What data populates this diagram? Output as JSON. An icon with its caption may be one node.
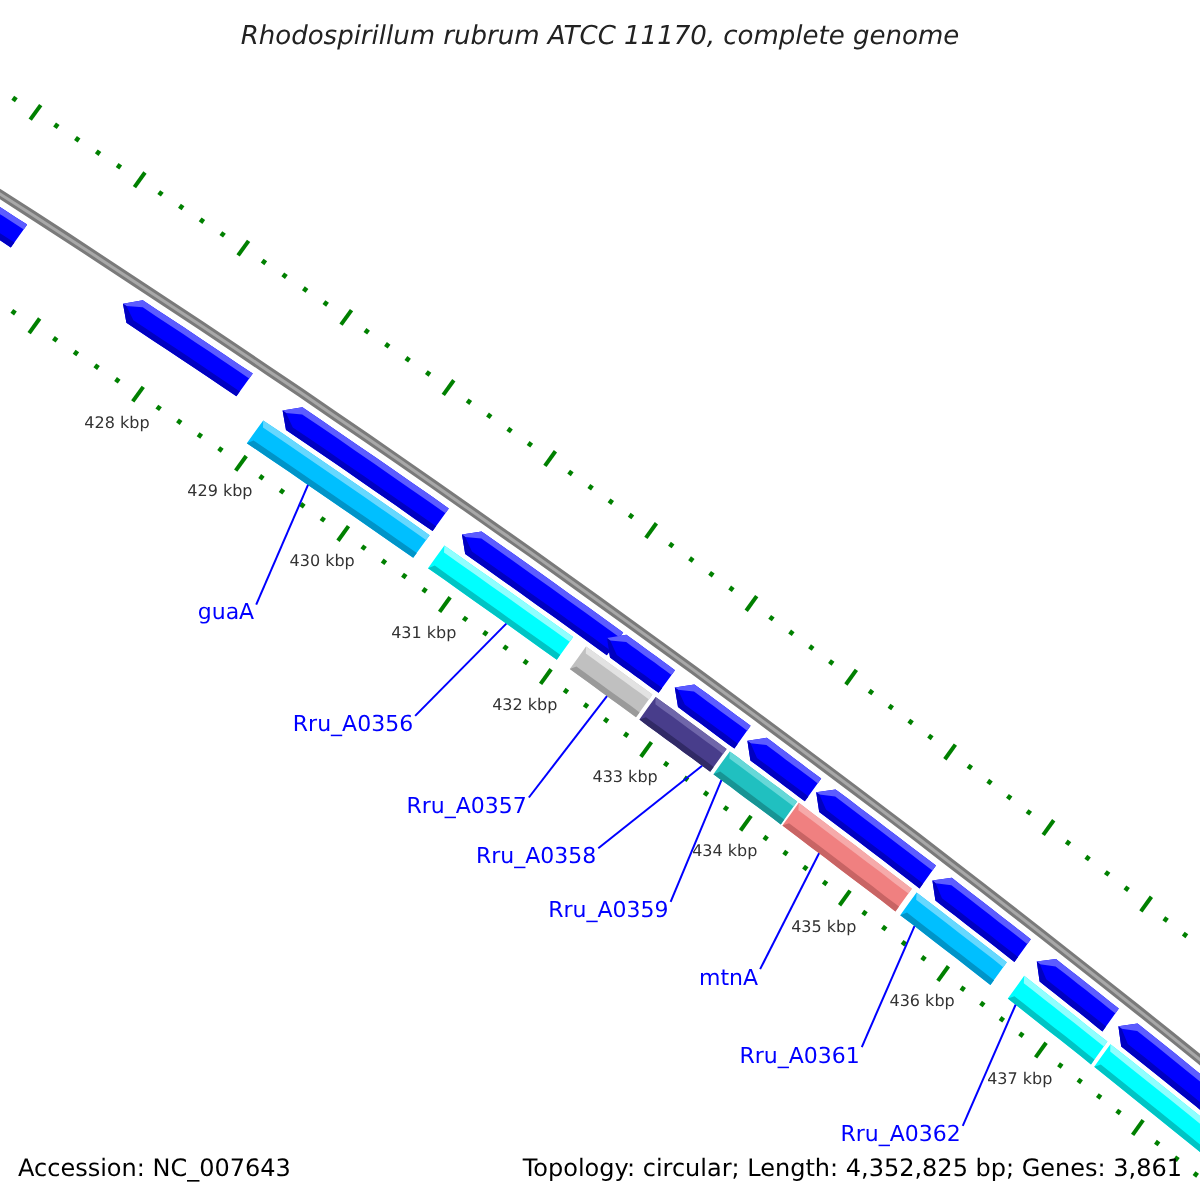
{
  "diagram": {
    "title": "Rhodospirillum rubrum ATCC 11170, complete genome",
    "nodes": [
      {
        "text": [
          "guaA"
        ]
      },
      {
        "text": [],
        "shape": "bar"
      },
      {
        "text": [
          "Rru_A0356"
        ]
      },
      {
        "text": [],
        "shape": "bar"
      },
      {
        "text": [
          "Rru_A0357"
        ]
      },
      {
        "text": [],
        "shape": "bar"
      },
      {
        "text": [
          "Rru_A0358"
        ]
      },
      {
        "text": [],
        "shape": "bar"
      },
      {
        "text": [
          "Rru_A0359"
        ]
      },
      {
        "text": [],
        "shape": "bar"
      },
      {
        "text": [
          "mtnA"
        ]
      },
      {
        "text": [],
        "shape": "bar"
      },
      {
        "text": [
          "Rru_A0361"
        ]
      },
      {
        "text": [],
        "shape": "bar"
      },
      {
        "text": [
          "Rru_A0362"
        ]
      },
      {
        "text": [],
        "shape": "bar"
      }
    ],
    "edges": [
      {
        "from": 0,
        "to": 1,
        "arrow": "none"
      },
      {
        "from": 2,
        "to": 3,
        "arrow": "none"
      },
      {
        "from": 4,
        "to": 5,
        "arrow": "none"
      },
      {
        "from": 6,
        "to": 7,
        "arrow": "none"
      },
      {
        "from": 8,
        "to": 9,
        "arrow": "none"
      },
      {
        "from": 10,
        "to": 11,
        "arrow": "none"
      },
      {
        "from": 12,
        "to": 13,
        "arrow": "none"
      },
      {
        "from": 14,
        "to": 15,
        "arrow": "none"
      }
    ],
    "labels": [
      "428 kbp",
      "429 kbp",
      "430 kbp",
      "431 kbp",
      "432 kbp",
      "433 kbp",
      "434 kbp",
      "435 kbp",
      "436 kbp",
      "437 kbp",
      "Accession: NC_007643",
      "Topology: circular; Length: 4,352,825 bp; Genes: 3,861"
    ]
  }
}
